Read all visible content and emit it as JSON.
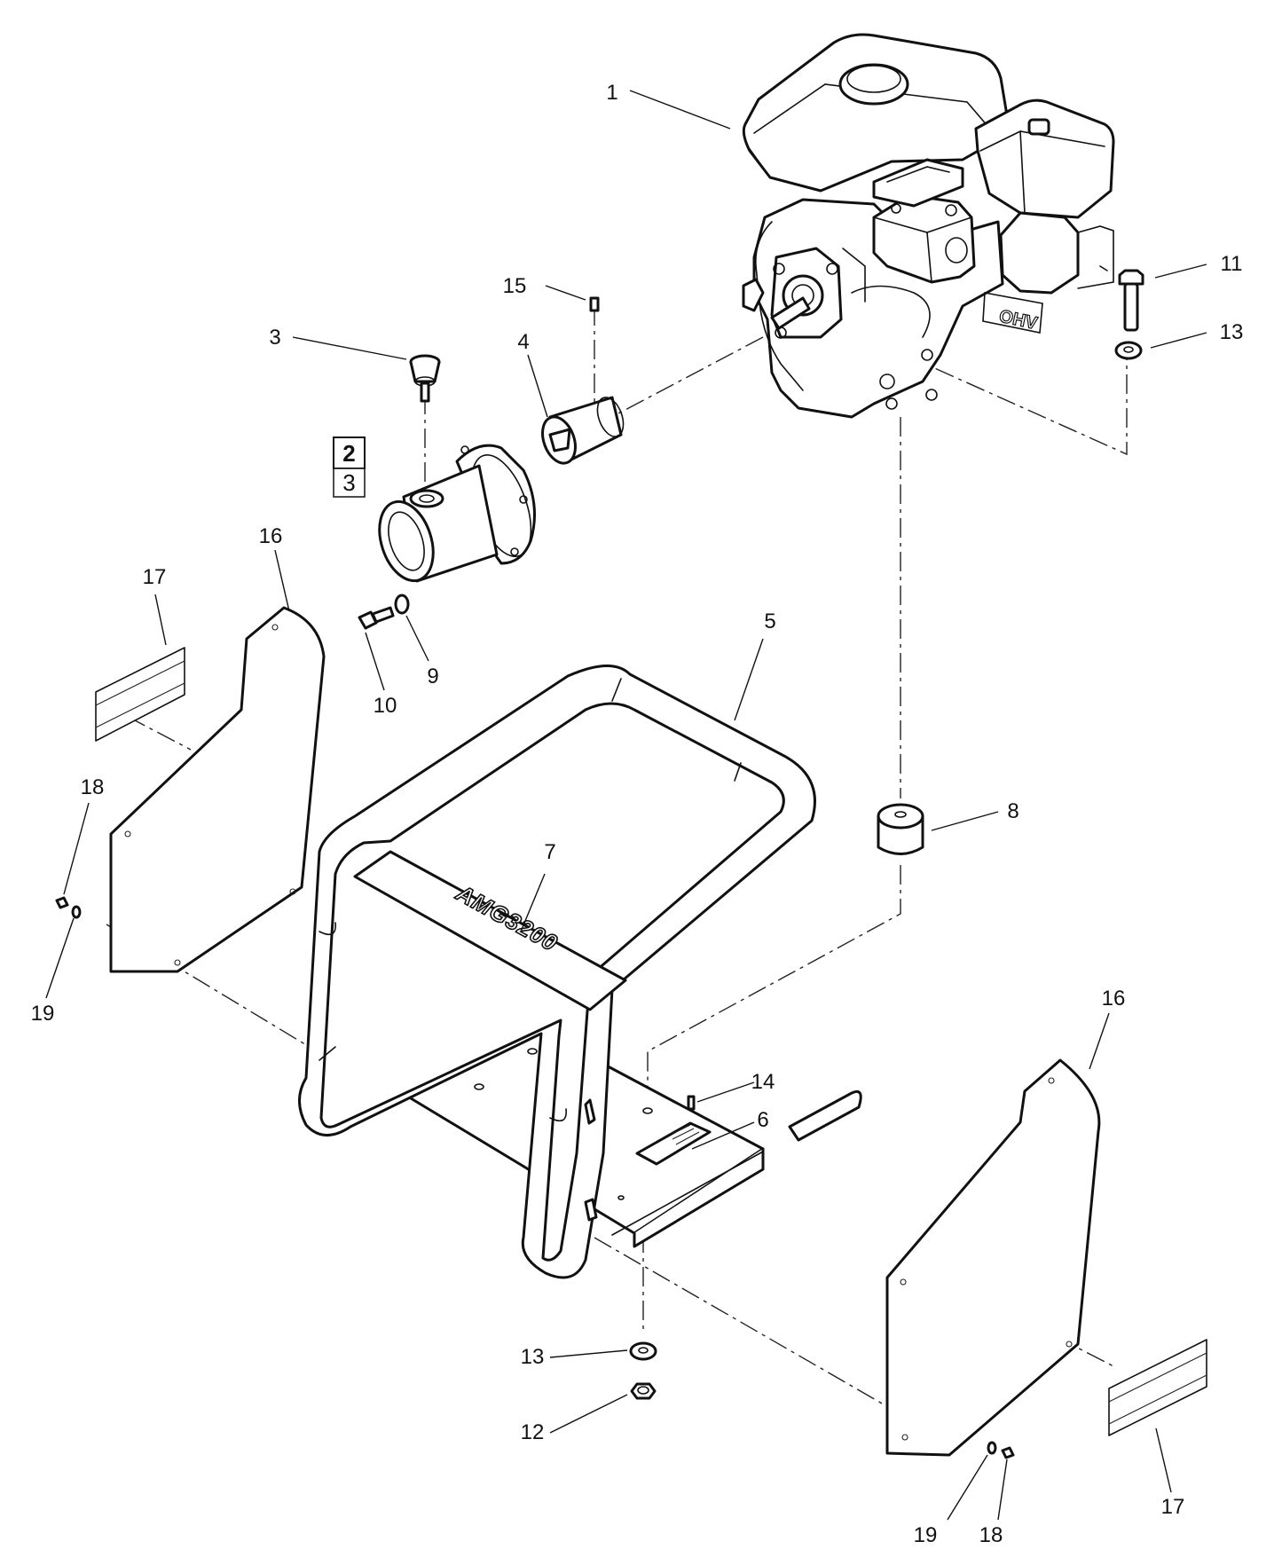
{
  "diagram": {
    "callouts": {
      "c1": "1",
      "c3": "3",
      "c4": "4",
      "c5": "5",
      "c6": "6",
      "c7": "7",
      "c8": "8",
      "c9": "9",
      "c10": "10",
      "c11": "11",
      "c12": "12",
      "c13a": "13",
      "c13b": "13",
      "c14": "14",
      "c15": "15",
      "c16a": "16",
      "c16b": "16",
      "c17a": "17",
      "c17b": "17",
      "c18a": "18",
      "c18b": "18",
      "c19a": "19",
      "c19b": "19"
    },
    "kit_box": {
      "top": "2",
      "bottom": "3"
    },
    "engine_mark": "OHV",
    "frame_mark": "AMG3200"
  }
}
